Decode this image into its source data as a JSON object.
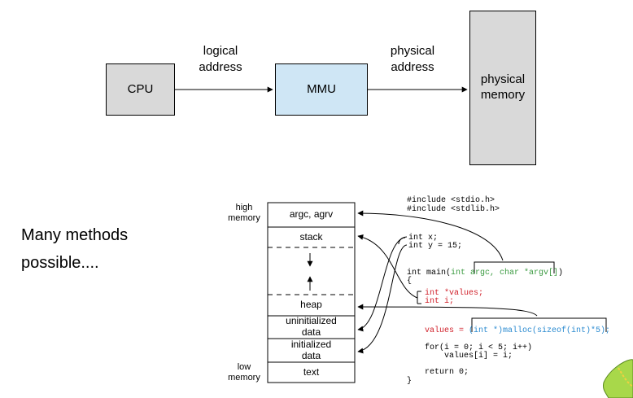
{
  "top_diagram": {
    "cpu": "CPU",
    "mmu": "MMU",
    "memory_line1": "physical",
    "memory_line2": "memory",
    "logical_line1": "logical",
    "logical_line2": "address",
    "physical_line1": "physical",
    "physical_line2": "address",
    "colors": {
      "mmu_fill": "#cfe6f5",
      "box_fill": "#d9d9d9"
    }
  },
  "left_text": {
    "line1": "Many methods",
    "line2": "possible...."
  },
  "memory_layout": {
    "high_line1": "high",
    "high_line2": "memory",
    "low_line1": "low",
    "low_line2": "memory",
    "segments": {
      "argv": "argc, agrv",
      "stack": "stack",
      "heap": "heap",
      "uninit_line1": "uninitialized",
      "uninit_line2": "data",
      "init_line1": "initialized",
      "init_line2": "data",
      "text": "text"
    }
  },
  "code": {
    "include1": "#include <stdio.h>",
    "include2": "#include <stdlib.h>",
    "int_x": "int x;",
    "int_y": "int y = 15;",
    "main_prefix": "int main(",
    "main_args": "int argc, char *argv[]",
    "main_suffix": ")",
    "open_brace": "{",
    "values_decl": "int *values;",
    "i_decl": "int i;",
    "values_assign": "values = ",
    "malloc_expr": "(int *)malloc(sizeof(int)*5);",
    "for_line": "for(i = 0; i < 5; i++)",
    "for_body": "values[i] = i;",
    "return_line": "return 0;",
    "close_brace": "}"
  }
}
